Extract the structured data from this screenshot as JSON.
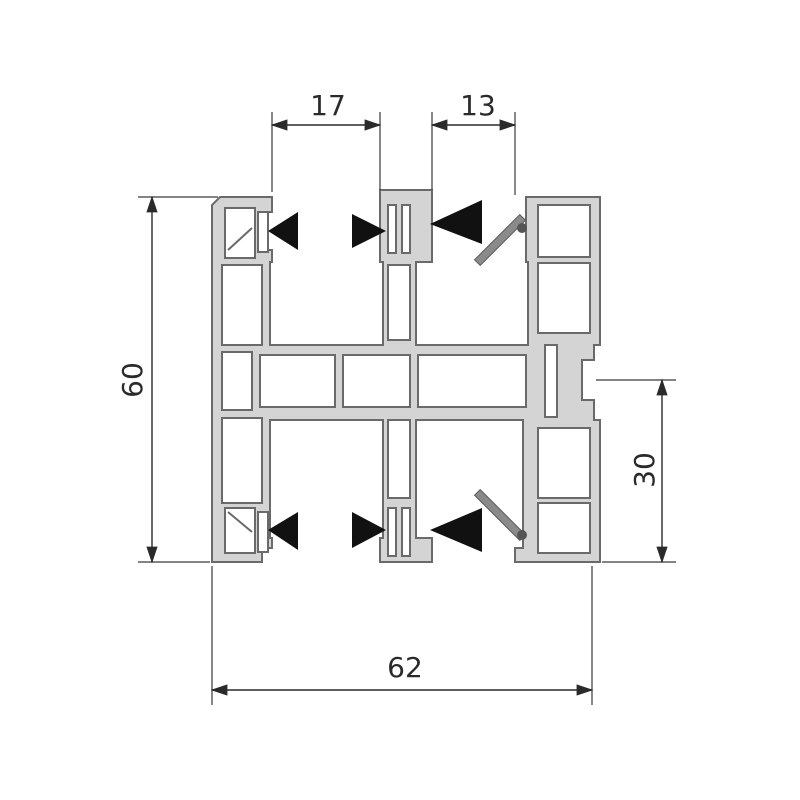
{
  "dimensions": {
    "top_left_width": "17",
    "top_right_width": "13",
    "overall_height": "60",
    "right_lower_height": "30",
    "overall_width": "62"
  },
  "colors": {
    "profile_fill": "#d4d4d4",
    "profile_stroke": "#6a6a6a",
    "brush": "#111111",
    "dimension_line": "#2a2a2a"
  }
}
